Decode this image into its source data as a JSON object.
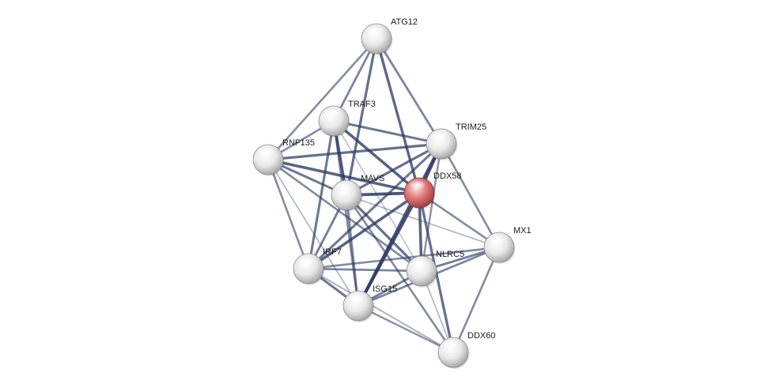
{
  "network": {
    "query_node": "DDX58",
    "colors": {
      "edge": "#2b3a63",
      "node_default": "#e6e6e6",
      "node_query": "#e07a7c"
    },
    "nodes": [
      {
        "id": "ATG12",
        "label": "ATG12"
      },
      {
        "id": "TRAF3",
        "label": "TRAF3"
      },
      {
        "id": "TRIM25",
        "label": "TRIM25"
      },
      {
        "id": "RNF135",
        "label": "RNF135"
      },
      {
        "id": "MAVS",
        "label": "MAVS"
      },
      {
        "id": "DDX58",
        "label": "DDX58"
      },
      {
        "id": "MX1",
        "label": "MX1"
      },
      {
        "id": "IRF7",
        "label": "IRF7"
      },
      {
        "id": "NLRC5",
        "label": "NLRC5"
      },
      {
        "id": "ISG15",
        "label": "ISG15"
      },
      {
        "id": "DDX60",
        "label": "DDX60"
      }
    ],
    "edges": [
      {
        "source": "ATG12",
        "target": "RNF135",
        "weight": 0.55
      },
      {
        "source": "ATG12",
        "target": "TRAF3",
        "weight": 0.6
      },
      {
        "source": "ATG12",
        "target": "MAVS",
        "weight": 0.75
      },
      {
        "source": "ATG12",
        "target": "DDX58",
        "weight": 0.8
      },
      {
        "source": "ATG12",
        "target": "TRIM25",
        "weight": 0.6
      },
      {
        "source": "TRAF3",
        "target": "TRIM25",
        "weight": 0.7
      },
      {
        "source": "TRAF3",
        "target": "DDX58",
        "weight": 0.85
      },
      {
        "source": "TRAF3",
        "target": "MAVS",
        "weight": 0.9
      },
      {
        "source": "TRAF3",
        "target": "RNF135",
        "weight": 0.55
      },
      {
        "source": "TRAF3",
        "target": "IRF7",
        "weight": 0.7
      },
      {
        "source": "TRAF3",
        "target": "ISG15",
        "weight": 0.55
      },
      {
        "source": "TRAF3",
        "target": "NLRC5",
        "weight": 0.2
      },
      {
        "source": "RNF135",
        "target": "TRIM25",
        "weight": 0.75
      },
      {
        "source": "RNF135",
        "target": "DDX58",
        "weight": 0.85
      },
      {
        "source": "RNF135",
        "target": "MAVS",
        "weight": 0.7
      },
      {
        "source": "RNF135",
        "target": "IRF7",
        "weight": 0.55
      },
      {
        "source": "RNF135",
        "target": "ISG15",
        "weight": 0.25
      },
      {
        "source": "RNF135",
        "target": "NLRC5",
        "weight": 0.55
      },
      {
        "source": "TRIM25",
        "target": "DDX58",
        "weight": 0.95
      },
      {
        "source": "TRIM25",
        "target": "MAVS",
        "weight": 0.75
      },
      {
        "source": "TRIM25",
        "target": "IRF7",
        "weight": 0.7
      },
      {
        "source": "TRIM25",
        "target": "ISG15",
        "weight": 0.9
      },
      {
        "source": "TRIM25",
        "target": "NLRC5",
        "weight": 0.5
      },
      {
        "source": "TRIM25",
        "target": "MX1",
        "weight": 0.55
      },
      {
        "source": "MAVS",
        "target": "DDX58",
        "weight": 0.95
      },
      {
        "source": "MAVS",
        "target": "IRF7",
        "weight": 0.65
      },
      {
        "source": "MAVS",
        "target": "ISG15",
        "weight": 0.6
      },
      {
        "source": "MAVS",
        "target": "NLRC5",
        "weight": 0.75
      },
      {
        "source": "MAVS",
        "target": "MX1",
        "weight": 0.25
      },
      {
        "source": "MAVS",
        "target": "DDX60",
        "weight": 0.55
      },
      {
        "source": "DDX58",
        "target": "IRF7",
        "weight": 0.85
      },
      {
        "source": "DDX58",
        "target": "ISG15",
        "weight": 0.95
      },
      {
        "source": "DDX58",
        "target": "NLRC5",
        "weight": 0.85
      },
      {
        "source": "DDX58",
        "target": "MX1",
        "weight": 0.55
      },
      {
        "source": "DDX58",
        "target": "DDX60",
        "weight": 0.75
      },
      {
        "source": "IRF7",
        "target": "ISG15",
        "weight": 0.7
      },
      {
        "source": "IRF7",
        "target": "NLRC5",
        "weight": 0.6
      },
      {
        "source": "IRF7",
        "target": "MX1",
        "weight": 0.55
      },
      {
        "source": "IRF7",
        "target": "DDX60",
        "weight": 0.3
      },
      {
        "source": "ISG15",
        "target": "NLRC5",
        "weight": 0.65
      },
      {
        "source": "ISG15",
        "target": "MX1",
        "weight": 0.6
      },
      {
        "source": "ISG15",
        "target": "DDX60",
        "weight": 0.5
      },
      {
        "source": "NLRC5",
        "target": "MX1",
        "weight": 0.65
      },
      {
        "source": "NLRC5",
        "target": "DDX60",
        "weight": 0.25
      },
      {
        "source": "MX1",
        "target": "DDX60",
        "weight": 0.55
      }
    ]
  }
}
